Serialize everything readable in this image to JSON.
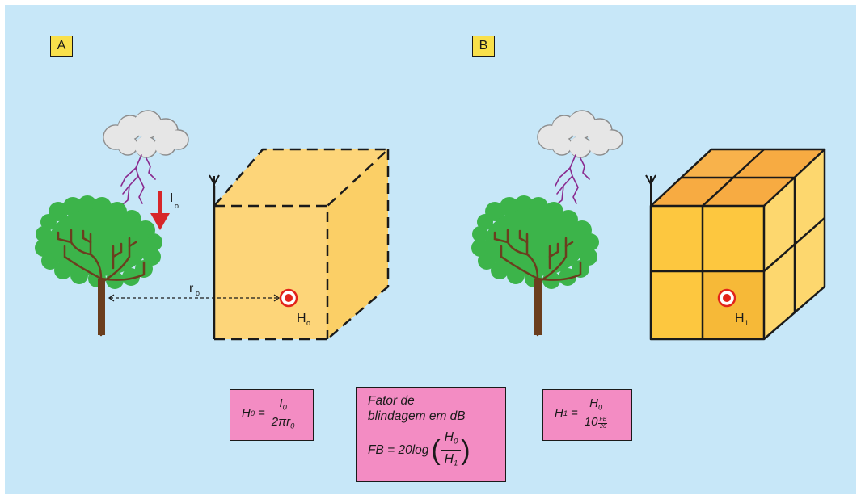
{
  "panels": {
    "a": {
      "label": "A"
    },
    "b": {
      "label": "B"
    }
  },
  "labels": {
    "current": "I",
    "current_sub": "o",
    "distance": "r",
    "distance_sub": "o",
    "field_outside": "H",
    "field_outside_sub": "o",
    "field_inside": "H",
    "field_inside_sub": "1"
  },
  "formulas": {
    "h0": {
      "lhs": "H",
      "lhs_sub": "0",
      "eq": "=",
      "num": "I",
      "num_sub": "0",
      "den": "2πr",
      "den_sub": "0"
    },
    "fb": {
      "line1": "Fator de",
      "line2": "blindagem em dB",
      "lhs": "FB = 20log",
      "num": "H",
      "num_sub": "0",
      "den": "H",
      "den_sub": "1"
    },
    "h1": {
      "lhs": "H",
      "lhs_sub": "1",
      "eq": "=",
      "num": "H",
      "num_sub": "0",
      "den_base": "10",
      "exp_num": "FB",
      "exp_den": "20"
    }
  },
  "colors": {
    "background": "#c7e7f8",
    "label_box": "#f9e04b",
    "formula_box": "#f38cc3",
    "cube_light": "#fddb7a",
    "cube_mid": "#fdc73f",
    "cube_top": "#f7a93f",
    "tree_leaves": "#3cb44a",
    "tree_trunk": "#6b3e1e",
    "lightning": "#8a2b8f",
    "arrow_red": "#d7262a",
    "cloud": "#e6e6e6"
  },
  "icons": [
    "cloud-icon",
    "lightning-bolt-icon",
    "tree-icon",
    "antenna-icon",
    "field-point-icon",
    "arrow-down-icon"
  ]
}
